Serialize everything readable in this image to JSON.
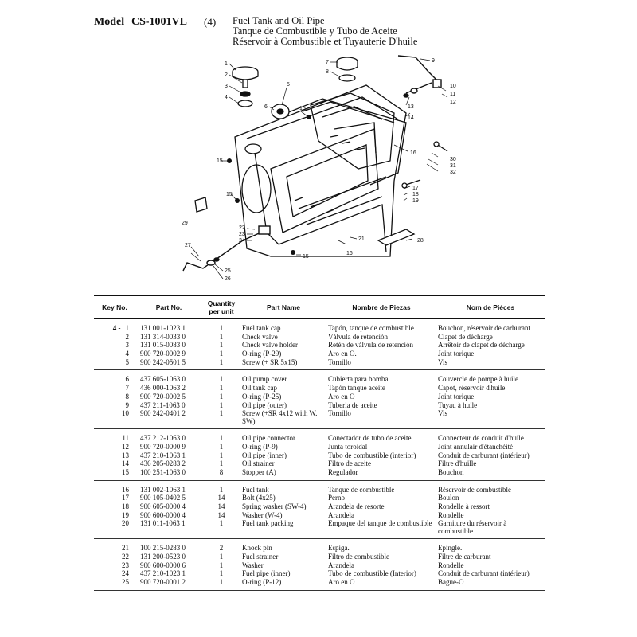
{
  "header": {
    "model_label": "Model",
    "model_number": "CS-1001VL",
    "section_number": "(4)",
    "title_en": "Fuel Tank and Oil Pipe",
    "title_es": "Tanque de Combustible y Tubo de Aceite",
    "title_fr": "Réservoir à Combustible et Tuyauterie D'huile"
  },
  "diagram": {
    "callouts": [
      "1",
      "2",
      "3",
      "4",
      "5",
      "6",
      "7",
      "8",
      "9",
      "10",
      "11",
      "12",
      "13",
      "14",
      "15",
      "15",
      "15",
      "15",
      "16",
      "16",
      "17",
      "18",
      "19",
      "21",
      "22",
      "23",
      "24",
      "25",
      "26",
      "27",
      "28",
      "29",
      "30",
      "31",
      "32"
    ]
  },
  "table": {
    "headers": {
      "key_no": "Key No.",
      "part_no": "Part No.",
      "qty_line1": "Quantity",
      "qty_line2": "per unit",
      "part_name": "Part Name",
      "nombre": "Nombre de Piezas",
      "nom": "Nom de Piéces"
    },
    "group_prefix": "4 -",
    "rows": [
      {
        "key": "1",
        "part": "131 001-1023 1",
        "qty": "1",
        "name": "Fuel tank cap",
        "es": "Tapón, tanque de combustible",
        "fr": "Bouchon, réservoir de carburant"
      },
      {
        "key": "2",
        "part": "131 314-0033 0",
        "qty": "1",
        "name": "Check valve",
        "es": "Válvula de retención",
        "fr": "Clapet de décharge"
      },
      {
        "key": "3",
        "part": "131 015-0083 0",
        "qty": "1",
        "name": "Check valve holder",
        "es": "Retén de válvula de retención",
        "fr": "Arrêtoir de clapet de décharge"
      },
      {
        "key": "4",
        "part": "900 720-0002 9",
        "qty": "1",
        "name": "O-ring (P-29)",
        "es": "Aro en O.",
        "fr": "Joint torique"
      },
      {
        "key": "5",
        "part": "900 242-0501 5",
        "qty": "1",
        "name": "Screw (+  SR 5x15)",
        "es": "Tornillo",
        "fr": "Vis"
      },
      {
        "key": "6",
        "part": "437 605-1063 0",
        "qty": "1",
        "name": "Oil pump cover",
        "es": "Cubierta para bomba",
        "fr": "Couvercle de pompe à huile"
      },
      {
        "key": "7",
        "part": "436 000-1063 2",
        "qty": "1",
        "name": "Oil tank cap",
        "es": "Tapón tanque aceite",
        "fr": "Capot, réservoir d'huile"
      },
      {
        "key": "8",
        "part": "900 720-0002 5",
        "qty": "1",
        "name": "O-ring (P-25)",
        "es": "Aro en O",
        "fr": "Joint torique"
      },
      {
        "key": "9",
        "part": "437 211-1063 0",
        "qty": "1",
        "name": "Oil pipe (outer)",
        "es": "Tuberia de aceite",
        "fr": "Tuyau à huile"
      },
      {
        "key": "10",
        "part": "900 242-0401 2",
        "qty": "1",
        "name": "Screw (+SR 4x12 with W. SW)",
        "es": "Tornillo",
        "fr": "Vis"
      },
      {
        "key": "11",
        "part": "437 212-1063 0",
        "qty": "1",
        "name": "Oil pipe connector",
        "es": "Conectador de tubo de aceite",
        "fr": "Connecteur de conduit d'huile"
      },
      {
        "key": "12",
        "part": "900 720-0000 9",
        "qty": "1",
        "name": "O-ring (P-9)",
        "es": "Junta toroidal",
        "fr": "Joint annulair d'étanchéité"
      },
      {
        "key": "13",
        "part": "437 210-1063 1",
        "qty": "1",
        "name": "Oil pipe (inner)",
        "es": "Tubo de combustible (interior)",
        "fr": "Conduit de carburant (intérieur)"
      },
      {
        "key": "14",
        "part": "436 205-0283 2",
        "qty": "1",
        "name": "Oil strainer",
        "es": "Filtro de aceite",
        "fr": "Filtre d'huille"
      },
      {
        "key": "15",
        "part": "100 251-1063 0",
        "qty": "8",
        "name": "Stopper (A)",
        "es": "Regulador",
        "fr": "Bouchon"
      },
      {
        "key": "16",
        "part": "131 002-1063 1",
        "qty": "1",
        "name": "Fuel tank",
        "es": "Tanque de combustible",
        "fr": "Réservoir de combustible"
      },
      {
        "key": "17",
        "part": "900 105-0402 5",
        "qty": "14",
        "name": "Bolt (4x25)",
        "es": "Perno",
        "fr": "Boulon"
      },
      {
        "key": "18",
        "part": "900 605-0000 4",
        "qty": "14",
        "name": "Spring washer (SW-4)",
        "es": "Arandela de resorte",
        "fr": "Rondelle à ressort"
      },
      {
        "key": "19",
        "part": "900 600-0000 4",
        "qty": "14",
        "name": "Washer (W-4)",
        "es": "Arandela",
        "fr": "Rondelle"
      },
      {
        "key": "20",
        "part": "131 011-1063 1",
        "qty": "1",
        "name": "Fuel tank packing",
        "es": "Empaque del tanque de combustible",
        "fr": "Garniture du réservoir à combustible"
      },
      {
        "key": "21",
        "part": "100 215-0283 0",
        "qty": "2",
        "name": "Knock pin",
        "es": "Espiga.",
        "fr": "Epingle."
      },
      {
        "key": "22",
        "part": "131 200-0523 0",
        "qty": "1",
        "name": "Fuel strainer",
        "es": "Filtro de combustible",
        "fr": "Filtre de carburant"
      },
      {
        "key": "23",
        "part": "900 600-0000 6",
        "qty": "1",
        "name": "Washer",
        "es": "Arandela",
        "fr": "Rondelle"
      },
      {
        "key": "24",
        "part": "437 210-1023 1",
        "qty": "1",
        "name": "Fuel pipe (inner)",
        "es": "Tubo de combustible (Interior)",
        "fr": "Conduit de carburant (intérieur)"
      },
      {
        "key": "25",
        "part": "900 720-0001 2",
        "qty": "1",
        "name": "O-ring (P-12)",
        "es": "Aro en O",
        "fr": "Bague-O"
      }
    ]
  }
}
